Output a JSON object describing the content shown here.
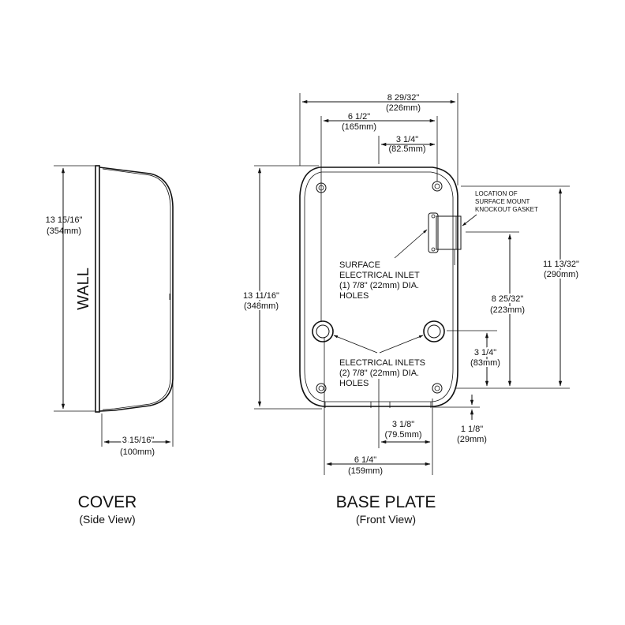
{
  "side_view": {
    "wall_label": "WALL",
    "height_in": "13 15/16\"",
    "height_mm": "(354mm)",
    "depth_in": "3 15/16\"",
    "depth_mm": "(100mm)",
    "title": "COVER",
    "subtitle": "(Side View)"
  },
  "front_view": {
    "overall_width_in": "8 29/32\"",
    "overall_width_mm": "(226mm)",
    "top_holes_width_in": "6 1/2\"",
    "top_holes_width_mm": "(165mm)",
    "half_width_in": "3 1/4\"",
    "half_width_mm": "(82.5mm)",
    "height_in": "13 11/16\"",
    "height_mm": "(348mm)",
    "gasket_note": [
      "LOCATION OF",
      "SURFACE MOUNT",
      "KNOCKOUT GASKET"
    ],
    "surface_inlet_note": [
      "SURFACE",
      "ELECTRICAL INLET",
      "(1) 7/8\" (22mm) DIA.",
      "HOLES"
    ],
    "inlets_note": [
      "ELECTRICAL INLETS",
      "(2) 7/8\" (22mm) DIA.",
      "HOLES"
    ],
    "overall_height_in": "11 13/32\"",
    "overall_height_mm": "(290mm)",
    "mid_height_in": "8 25/32\"",
    "mid_height_mm": "(223mm)",
    "inlet_height_in": "3 1/4\"",
    "inlet_height_mm": "(83mm)",
    "bottom_offset_in": "1 1/8\"",
    "bottom_offset_mm": "(29mm)",
    "bottom_half_in": "3 1/8\"",
    "bottom_half_mm": "(79.5mm)",
    "bottom_width_in": "6 1/4\"",
    "bottom_width_mm": "(159mm)",
    "title": "BASE PLATE",
    "subtitle": "(Front View)"
  }
}
